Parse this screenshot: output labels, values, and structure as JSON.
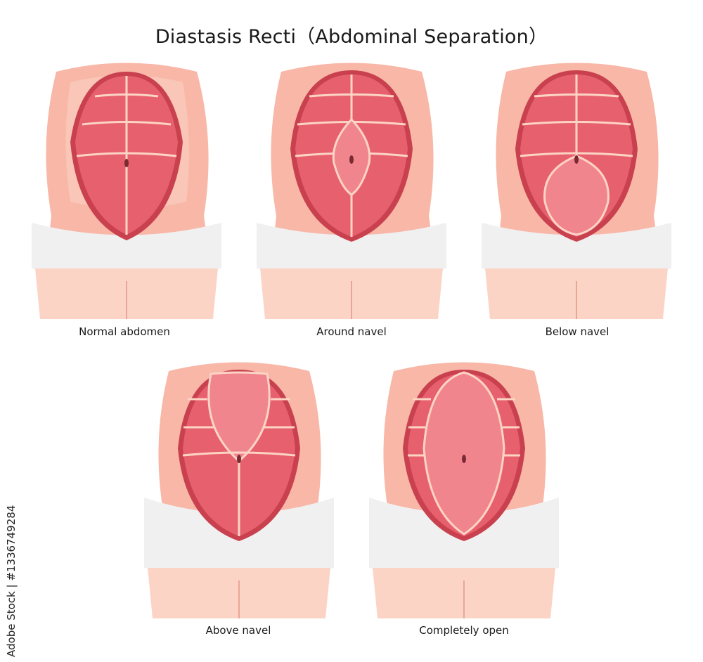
{
  "title": "Diastasis Recti（Abdominal Separation）",
  "captions": {
    "normal": "Normal abdomen",
    "around": "Around navel",
    "below": "Below navel",
    "above": "Above navel",
    "open": "Completely open"
  },
  "watermark": "Adobe Stock | #1336749284",
  "colors": {
    "skin": "#f8b7a7",
    "skin_light": "#fcd4c6",
    "muscle": "#e7606d",
    "muscle_dark": "#c9404f",
    "separation": "#f1858e",
    "underwear": "#f0f0f0"
  }
}
